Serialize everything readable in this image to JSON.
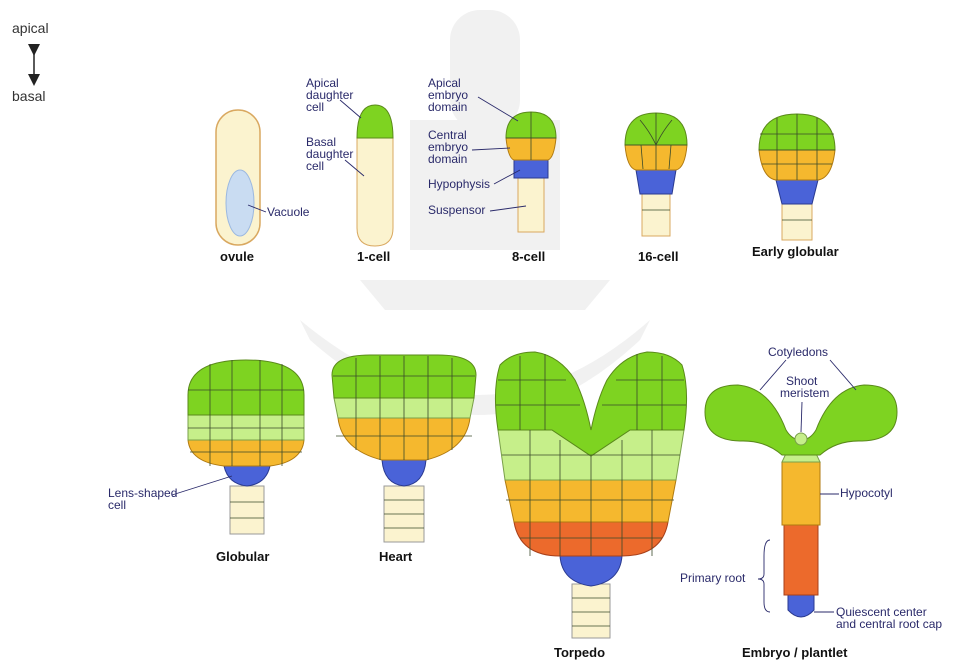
{
  "orientation": {
    "top": "apical",
    "bottom": "basal"
  },
  "stages": {
    "ovule": "ovule",
    "one_cell": "1-cell",
    "eight_cell": "8-cell",
    "sixteen_cell": "16-cell",
    "early_globular": "Early globular",
    "globular": "Globular",
    "heart": "Heart",
    "torpedo": "Torpedo",
    "plantlet": "Embryo / plantlet"
  },
  "labels": {
    "vacuole": "Vacuole",
    "apical_daughter": [
      "Apical",
      "daughter",
      "cell"
    ],
    "basal_daughter": [
      "Basal",
      "daughter",
      "cell"
    ],
    "apical_embryo_domain": [
      "Apical",
      "embryo",
      "domain"
    ],
    "central_embryo_domain": [
      "Central",
      "embryo",
      "domain"
    ],
    "hypophysis": "Hypophysis",
    "suspensor": "Suspensor",
    "lens_shaped_cell": [
      "Lens-shaped",
      "cell"
    ],
    "cotyledons": "Cotyledons",
    "shoot_meristem": [
      "Shoot",
      "meristem"
    ],
    "hypocotyl": "Hypocotyl",
    "primary_root": "Primary root",
    "quiescent_center": [
      "Quiescent center",
      "and central root cap"
    ]
  },
  "colors": {
    "apical": "#7ed321",
    "upper_central": "#c6ef8a",
    "central": "#f5b82e",
    "root": "#ec6a2c",
    "hypophysis": "#4a63d8",
    "suspensor": "#fbf3cf",
    "vacuole": "#c9dcf2"
  }
}
